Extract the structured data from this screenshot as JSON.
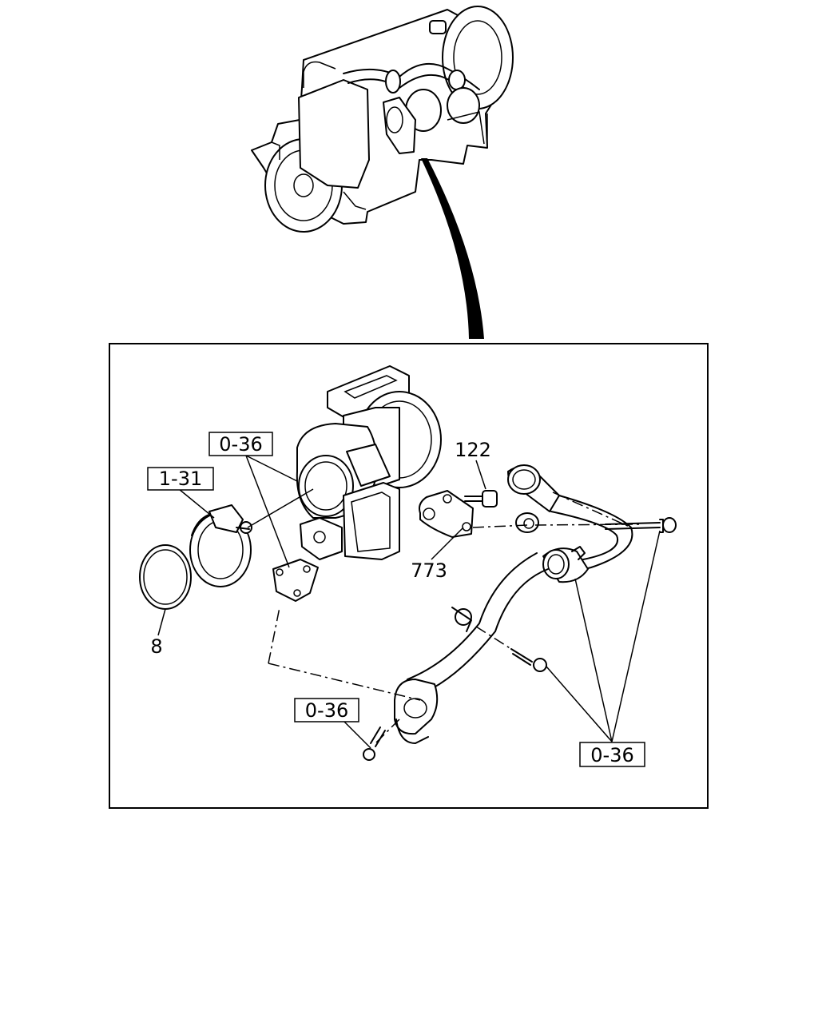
{
  "callouts": {
    "ref_0_36_top": "0-36",
    "ref_1_31": "1-31",
    "part_122": "122",
    "part_773": "773",
    "part_8": "8",
    "ref_0_36_bottom_left": "0-36",
    "ref_0_36_bottom_right": "0-36"
  }
}
